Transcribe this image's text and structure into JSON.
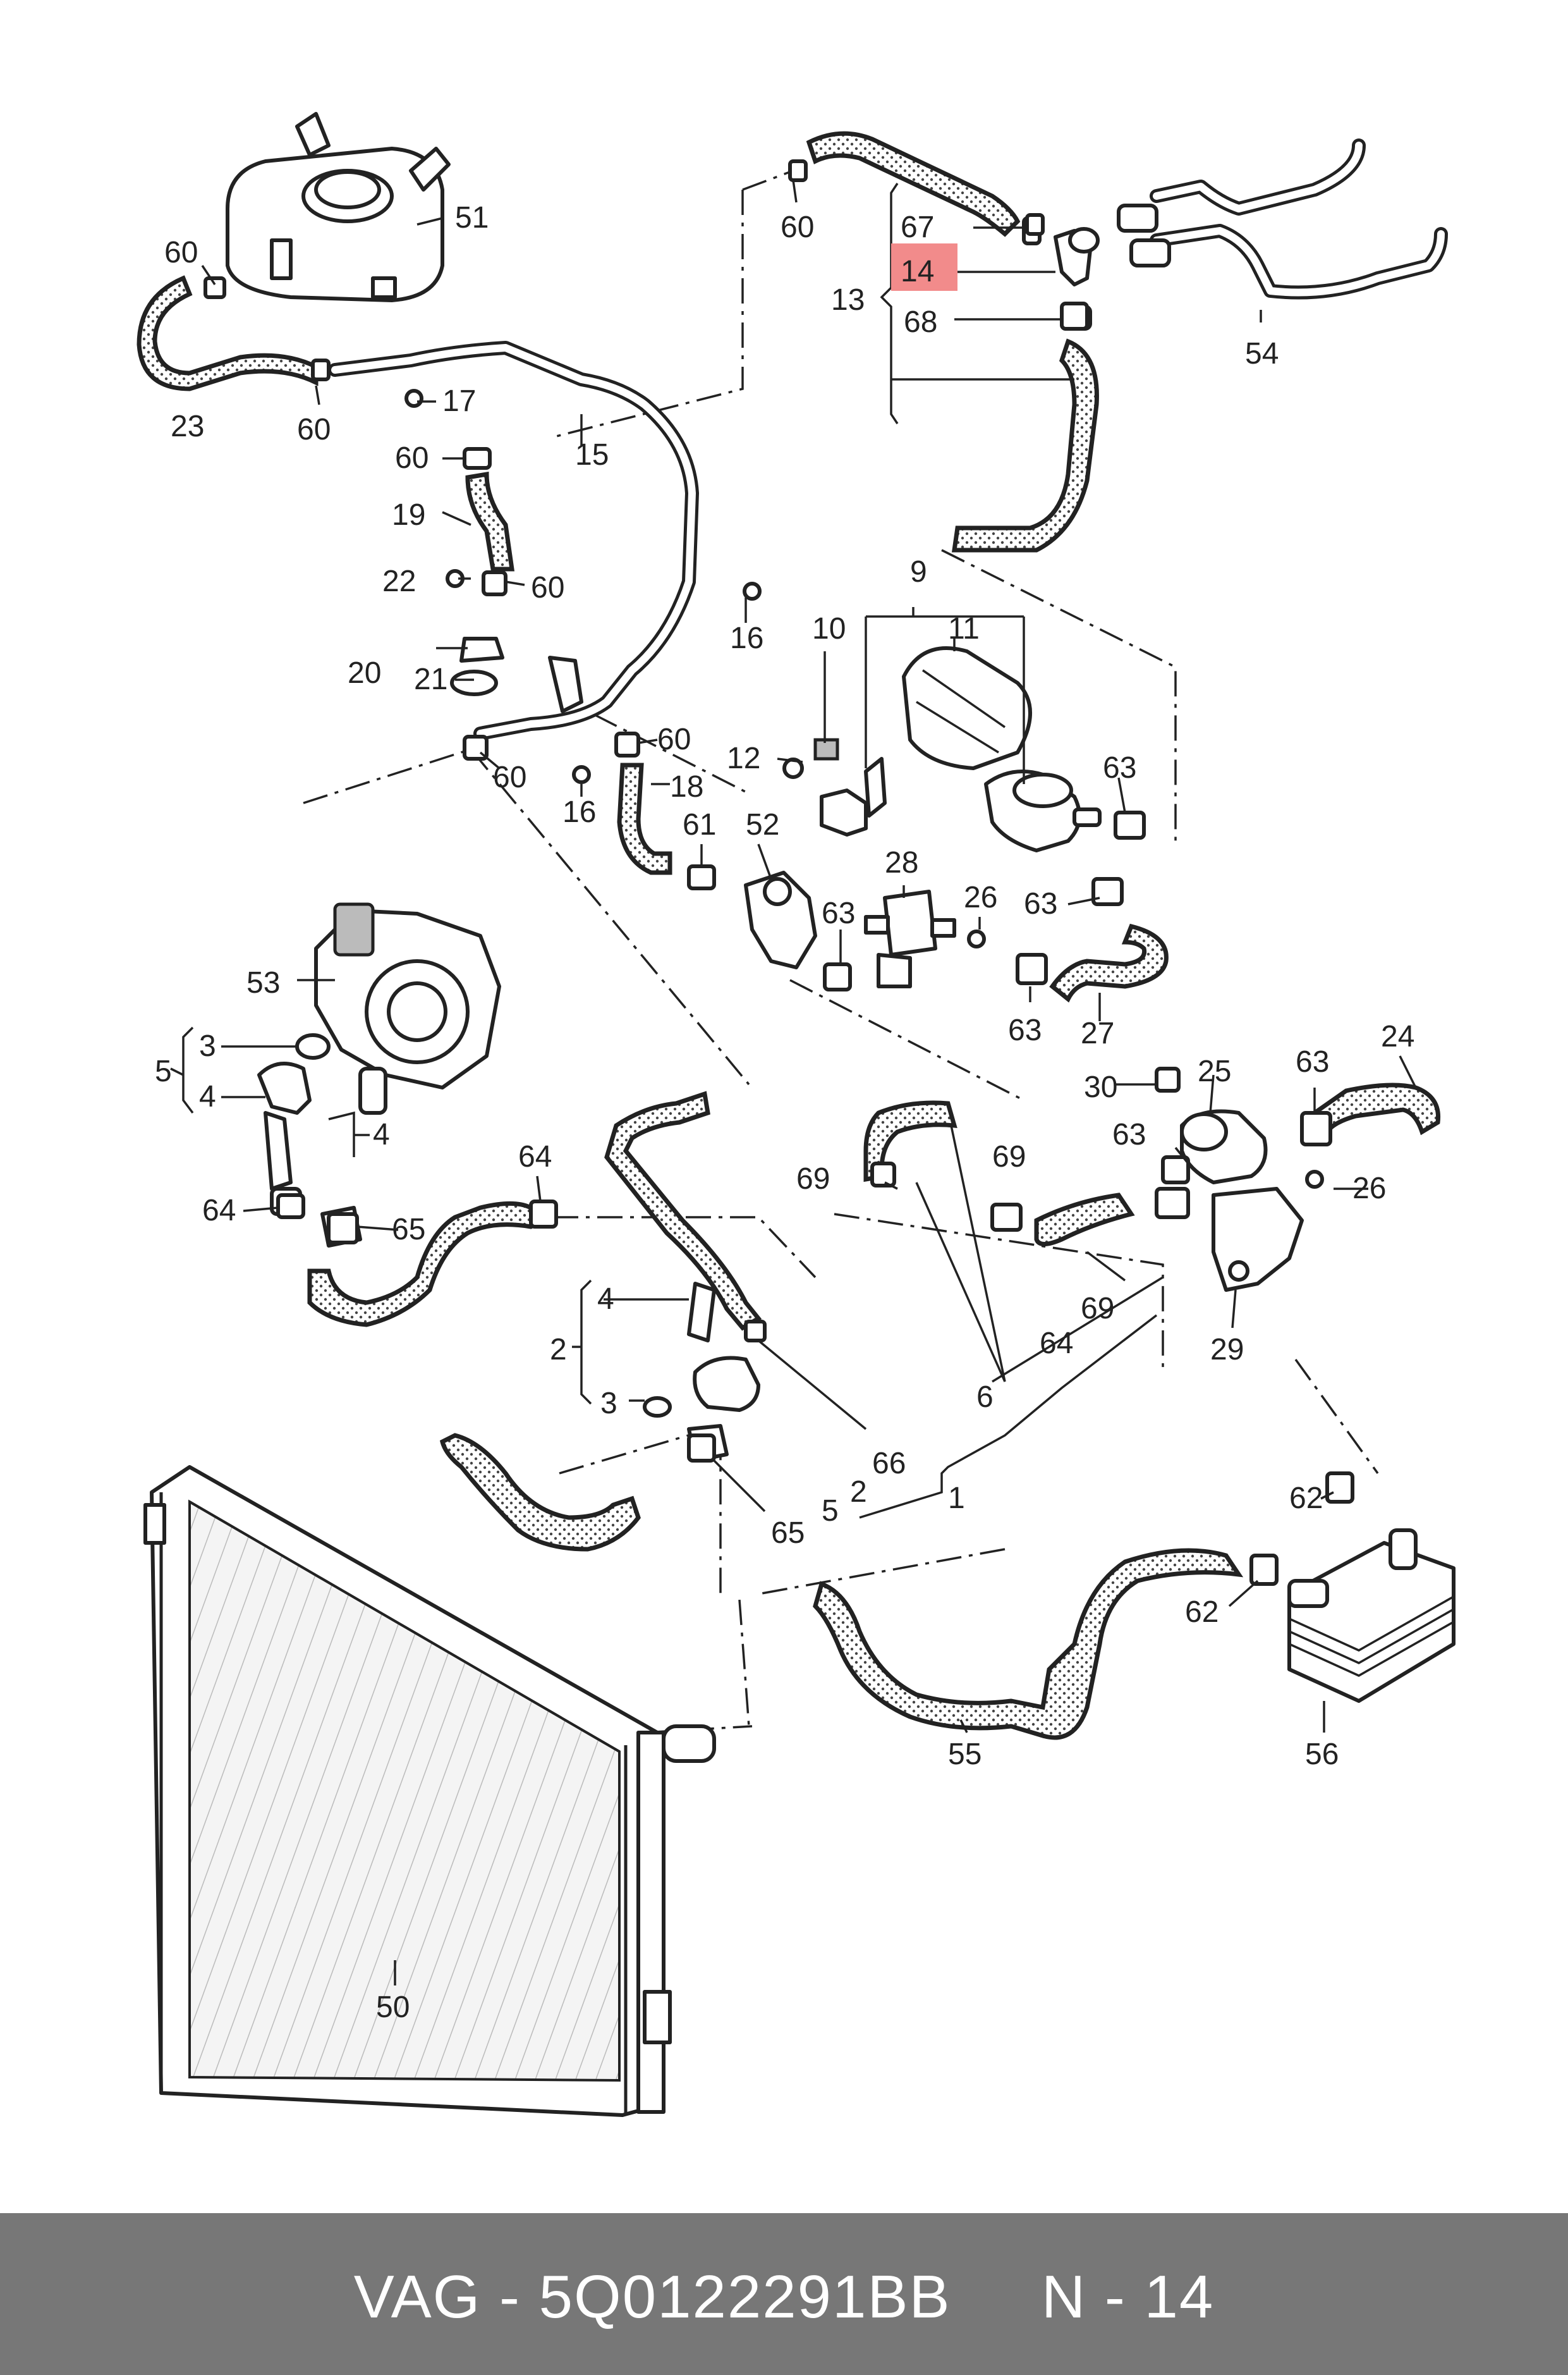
{
  "labels": {
    "l1": "1",
    "l2a": "2",
    "l2b": "2",
    "l3a": "3",
    "l3b": "3",
    "l4a": "4",
    "l4b": "4",
    "l4c": "4",
    "l5a": "5",
    "l5b": "5",
    "l6": "6",
    "l9": "9",
    "l10": "10",
    "l11": "11",
    "l12": "12",
    "l13": "13",
    "l14": "14",
    "l15": "15",
    "l16a": "16",
    "l16b": "16",
    "l17": "17",
    "l18": "18",
    "l19": "19",
    "l20": "20",
    "l21": "21",
    "l22": "22",
    "l23": "23",
    "l24": "24",
    "l25": "25",
    "l26a": "26",
    "l26b": "26",
    "l27": "27",
    "l28": "28",
    "l29": "29",
    "l30": "30",
    "l50": "50",
    "l51": "51",
    "l52": "52",
    "l53": "53",
    "l54": "54",
    "l55": "55",
    "l56": "56",
    "l60a": "60",
    "l60b": "60",
    "l60c": "60",
    "l60d": "60",
    "l60e": "60",
    "l60f": "60",
    "l60g": "60",
    "l61": "61",
    "l62a": "62",
    "l62b": "62",
    "l63a": "63",
    "l63b": "63",
    "l63c": "63",
    "l63d": "63",
    "l63e": "63",
    "l63f": "63",
    "l64a": "64",
    "l64b": "64",
    "l64c": "64",
    "l65a": "65",
    "l65b": "65",
    "l66": "66",
    "l67": "67",
    "l68": "68",
    "l69a": "69",
    "l69b": "69",
    "l69c": "69"
  },
  "highlight_color": "#f28b8b",
  "footer": {
    "text": "VAG - 5Q0122291BB     N - 14"
  }
}
